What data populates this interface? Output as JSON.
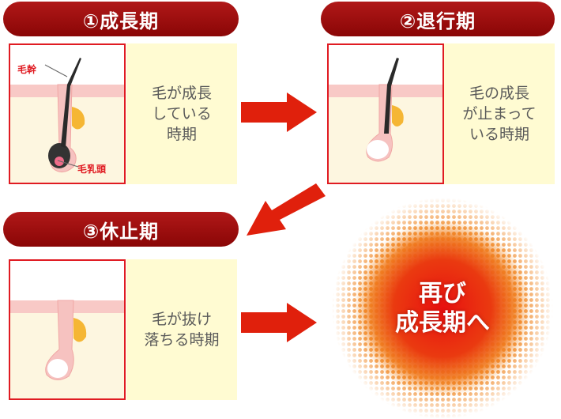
{
  "stages": [
    {
      "title": "①成長期",
      "description": "毛が成長\nしている\n時期"
    },
    {
      "title": "②退行期",
      "description": "毛の成長\nが止まって\nいる時期"
    },
    {
      "title": "③休止期",
      "description": "毛が抜け\n落ちる時期"
    }
  ],
  "labels": {
    "hair_shaft": "毛幹",
    "dermal_papilla": "毛乳頭"
  },
  "result": {
    "text": "再び\n成長期へ"
  },
  "colors": {
    "header": "#9c0c0c",
    "border": "#e01b22",
    "panel": "#fffbd2",
    "skin": "#f8c9c6",
    "arrow": "#e0200c"
  }
}
